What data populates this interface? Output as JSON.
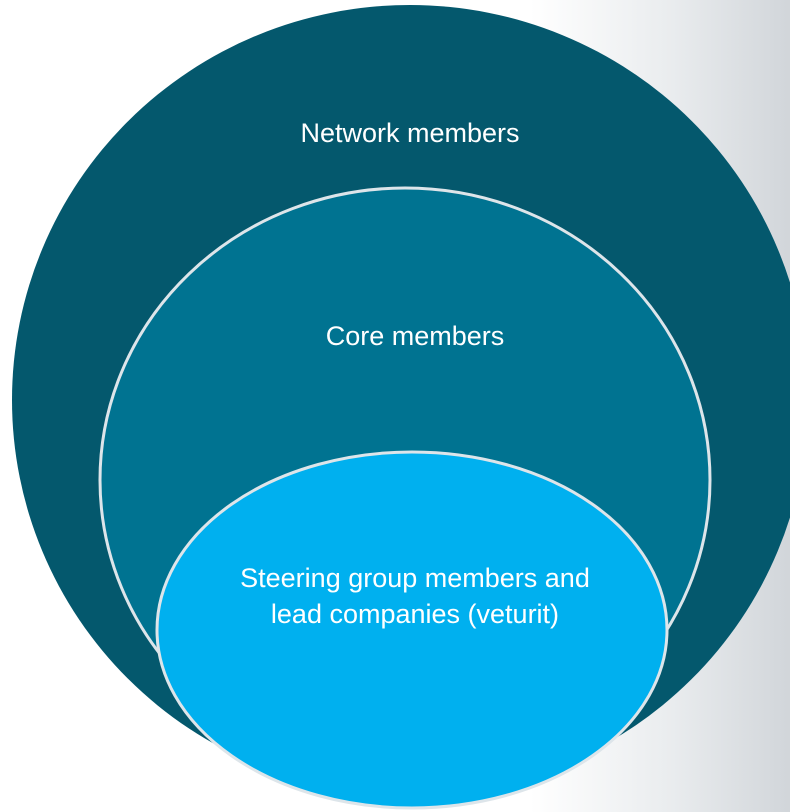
{
  "diagram": {
    "type": "nested-circles",
    "rings": [
      {
        "label": "Network members",
        "color": "#04586d"
      },
      {
        "label": "Core members",
        "color": "#007391"
      },
      {
        "label": "Steering group members and lead companies (veturit)",
        "color": "#00b0ef"
      }
    ],
    "outline_color": "#dde5ea"
  }
}
